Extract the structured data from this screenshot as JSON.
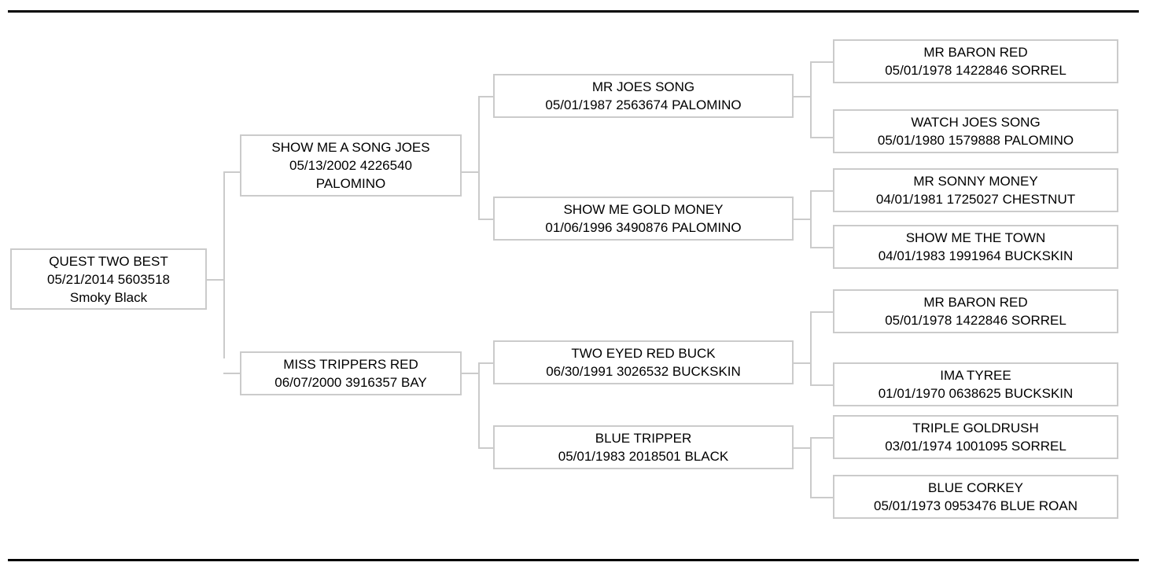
{
  "document": {
    "type": "pedigree-chart",
    "title": "Horse Pedigree Chart",
    "border_color": "#cbcbcb",
    "rule_color": "#000000",
    "background": "#ffffff"
  },
  "rules": {
    "top_label": "top-divider",
    "bottom_label": "bottom-divider"
  },
  "pedigree": {
    "generation_1": [
      {
        "id": "subject",
        "name": "QUEST TWO BEST",
        "details": "05/21/2014 5603518 Smoky Black",
        "birth_date": "05/21/2014",
        "registration": "5603518",
        "color": "Smoky Black",
        "line1": "QUEST TWO BEST",
        "line2": "05/21/2014 5603518",
        "line3": "Smoky Black"
      }
    ],
    "generation_2": [
      {
        "id": "sire",
        "name": "SHOW ME A SONG JOES",
        "birth_date": "05/13/2002",
        "registration": "4226540",
        "color": "PALOMINO",
        "line1": "SHOW ME A SONG JOES",
        "line2": "05/13/2002 4226540",
        "line3": "PALOMINO"
      },
      {
        "id": "dam",
        "name": "MISS TRIPPERS RED",
        "birth_date": "06/07/2000",
        "registration": "3916357",
        "color": "BAY",
        "line1": "MISS TRIPPERS RED",
        "line2": "06/07/2000 3916357 BAY"
      }
    ],
    "generation_3": [
      {
        "id": "sire-sire",
        "name": "MR JOES SONG",
        "birth_date": "05/01/1987",
        "registration": "2563674",
        "color": "PALOMINO",
        "line1": "MR JOES SONG",
        "line2": "05/01/1987 2563674 PALOMINO"
      },
      {
        "id": "sire-dam",
        "name": "SHOW ME GOLD MONEY",
        "birth_date": "01/06/1996",
        "registration": "3490876",
        "color": "PALOMINO",
        "line1": "SHOW ME GOLD MONEY",
        "line2": "01/06/1996 3490876 PALOMINO"
      },
      {
        "id": "dam-sire",
        "name": "TWO EYED RED BUCK",
        "birth_date": "06/30/1991",
        "registration": "3026532",
        "color": "BUCKSKIN",
        "line1": "TWO EYED RED BUCK",
        "line2": "06/30/1991 3026532 BUCKSKIN"
      },
      {
        "id": "dam-dam",
        "name": "BLUE TRIPPER",
        "birth_date": "05/01/1983",
        "registration": "2018501",
        "color": "BLACK",
        "line1": "BLUE TRIPPER",
        "line2": "05/01/1983 2018501 BLACK"
      }
    ],
    "generation_4": [
      {
        "id": "ss-sire",
        "name": "MR BARON RED",
        "birth_date": "05/01/1978",
        "registration": "1422846",
        "color": "SORREL",
        "line1": "MR BARON RED",
        "line2": "05/01/1978 1422846 SORREL"
      },
      {
        "id": "ss-dam",
        "name": "WATCH JOES SONG",
        "birth_date": "05/01/1980",
        "registration": "1579888",
        "color": "PALOMINO",
        "line1": "WATCH JOES SONG",
        "line2": "05/01/1980 1579888 PALOMINO"
      },
      {
        "id": "sd-sire",
        "name": "MR SONNY MONEY",
        "birth_date": "04/01/1981",
        "registration": "1725027",
        "color": "CHESTNUT",
        "line1": "MR SONNY MONEY",
        "line2": "04/01/1981 1725027 CHESTNUT"
      },
      {
        "id": "sd-dam",
        "name": "SHOW ME THE TOWN",
        "birth_date": "04/01/1983",
        "registration": "1991964",
        "color": "BUCKSKIN",
        "line1": "SHOW ME THE TOWN",
        "line2": "04/01/1983 1991964 BUCKSKIN"
      },
      {
        "id": "ds-sire",
        "name": "MR BARON RED",
        "birth_date": "05/01/1978",
        "registration": "1422846",
        "color": "SORREL",
        "line1": "MR BARON RED",
        "line2": "05/01/1978 1422846 SORREL"
      },
      {
        "id": "ds-dam",
        "name": "IMA TYREE",
        "birth_date": "01/01/1970",
        "registration": "0638625",
        "color": "BUCKSKIN",
        "line1": "IMA TYREE",
        "line2": "01/01/1970 0638625 BUCKSKIN"
      },
      {
        "id": "dd-sire",
        "name": "TRIPLE GOLDRUSH",
        "birth_date": "03/01/1974",
        "registration": "1001095",
        "color": "SORREL",
        "line1": "TRIPLE GOLDRUSH",
        "line2": "03/01/1974 1001095 SORREL"
      },
      {
        "id": "dd-dam",
        "name": "BLUE CORKEY",
        "birth_date": "05/01/1973",
        "registration": "0953476",
        "color": "BLUE ROAN",
        "line1": "BLUE CORKEY",
        "line2": "05/01/1973 0953476 BLUE ROAN"
      }
    ]
  }
}
